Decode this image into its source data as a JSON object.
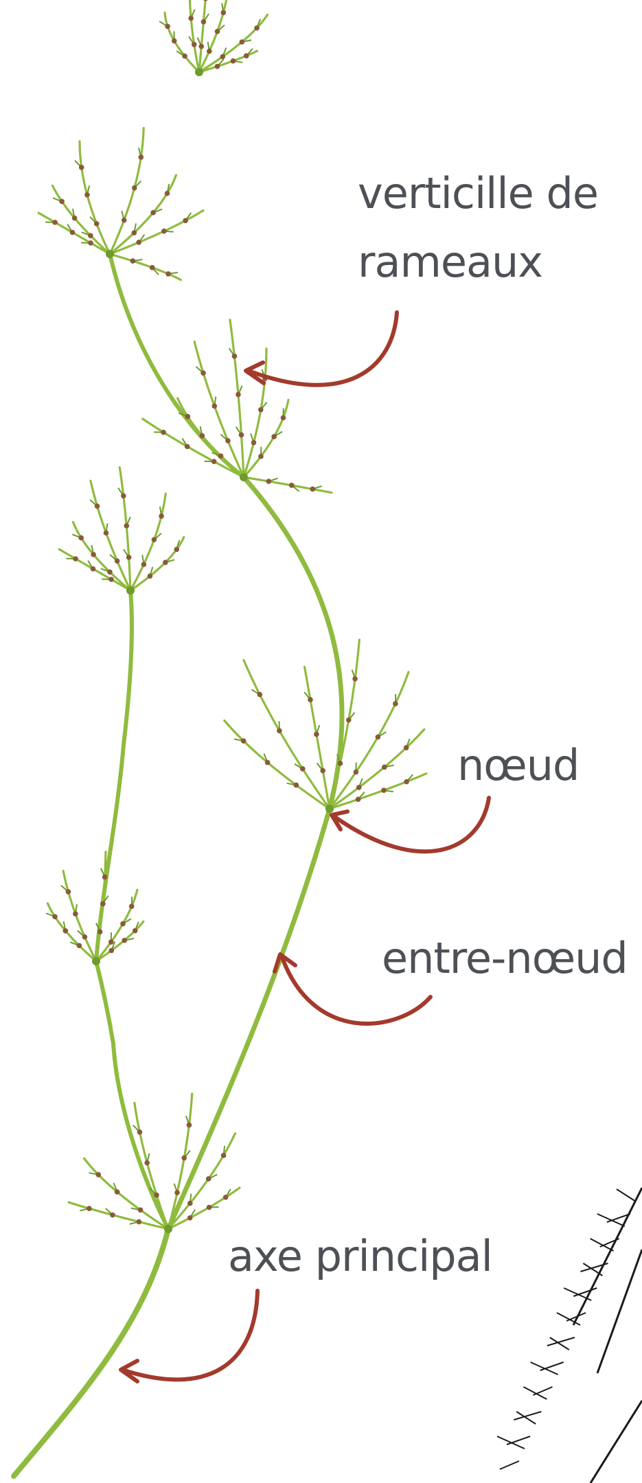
{
  "labels": {
    "verticille_line1": "verticille de",
    "verticille_line2": "rameaux",
    "noeud": "nœud",
    "entre_noeud": "entre-nœud",
    "axe_principal": "axe principal"
  },
  "colors": {
    "background": "#ffffff",
    "text": "#4d5055",
    "arrow": "#a33a2c",
    "stem": "#8fbb3e",
    "stem_dark": "#6e9a2e",
    "gametangia": "#8a5a3c",
    "background_plant": "#1a1a1a"
  }
}
